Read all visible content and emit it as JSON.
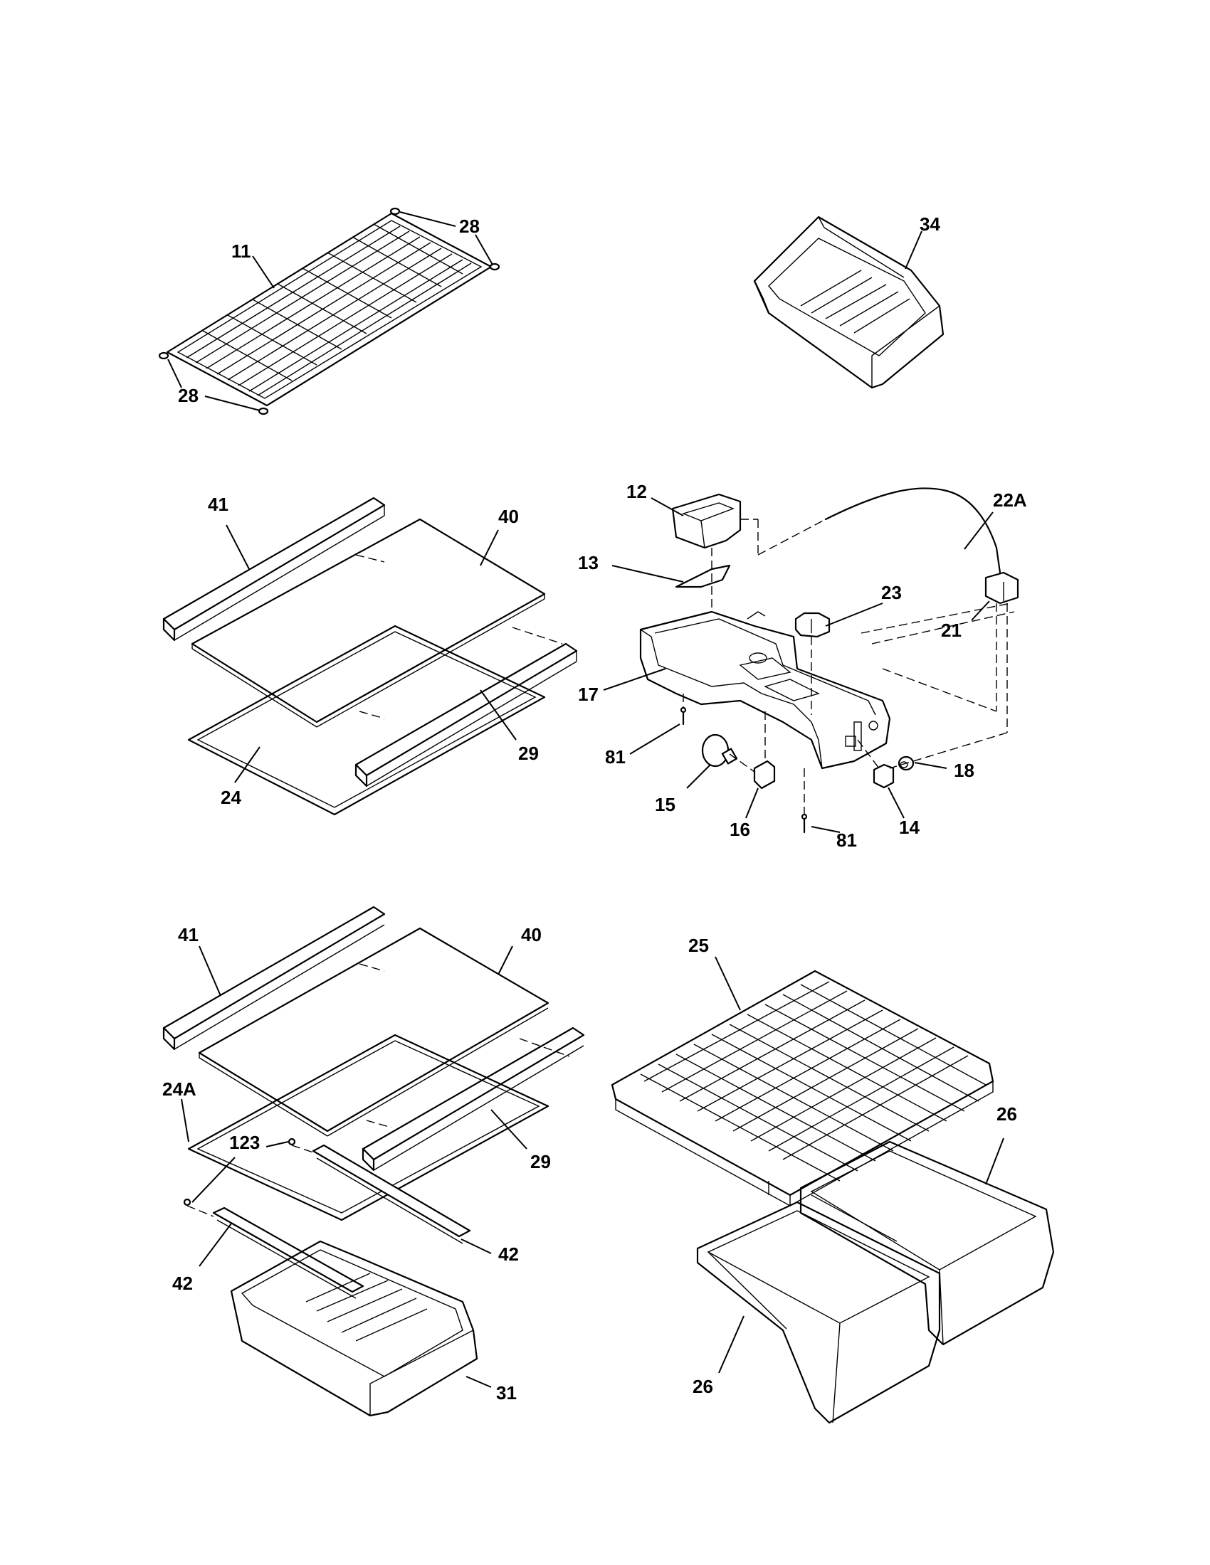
{
  "callouts": {
    "c11": "11",
    "c28a": "28",
    "c28b": "28",
    "c34": "34",
    "c41a": "41",
    "c40a": "40",
    "c29a": "29",
    "c24": "24",
    "c12": "12",
    "c22A": "22A",
    "c13": "13",
    "c23": "23",
    "c21": "21",
    "c17": "17",
    "c81a": "81",
    "c18": "18",
    "c15": "15",
    "c16": "16",
    "c81b": "81",
    "c14": "14",
    "c41b": "41",
    "c40b": "40",
    "c24A": "24A",
    "c123": "123",
    "c29b": "29",
    "c42a": "42",
    "c42b": "42",
    "c31": "31",
    "c25": "25",
    "c26a": "26",
    "c26b": "26"
  }
}
